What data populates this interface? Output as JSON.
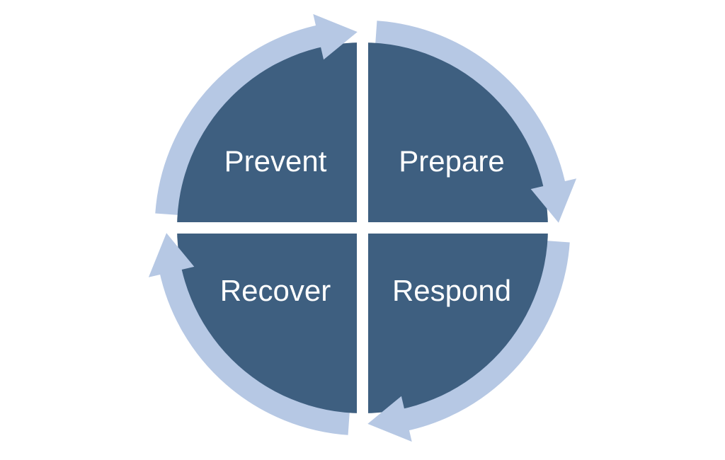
{
  "diagram": {
    "type": "cycle",
    "direction": "clockwise",
    "quadrants": [
      {
        "label": "Prevent",
        "position": "top-left"
      },
      {
        "label": "Prepare",
        "position": "top-right"
      },
      {
        "label": "Respond",
        "position": "bottom-right"
      },
      {
        "label": "Recover",
        "position": "bottom-left"
      }
    ],
    "colors": {
      "quadrant_fill": "#3E5F80",
      "ring": "#B6C8E4",
      "label_text": "#FFFFFF",
      "background": "#FFFFFF"
    }
  }
}
